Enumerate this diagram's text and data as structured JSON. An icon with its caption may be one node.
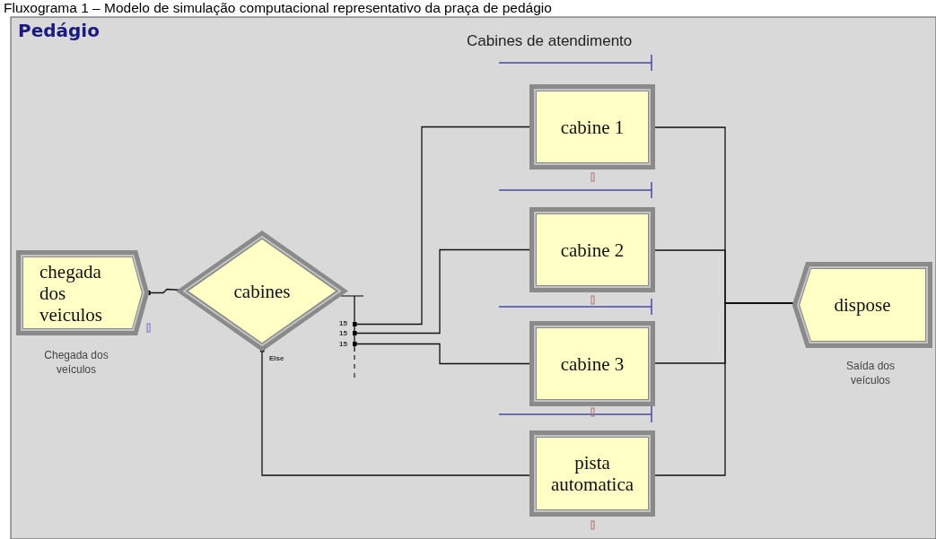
{
  "diagram": {
    "caption": "Fluxograma 1 – Modelo de simulação computacional representativo da praça de pedágio",
    "nodes": [
      {
        "text": [
          "chegada dos veiculos"
        ],
        "beside": [
          "Chegada dos veículos"
        ]
      },
      {
        "text": [
          "cabines"
        ]
      },
      {
        "text": [
          "cabine 1"
        ]
      },
      {
        "text": [
          "cabine 2"
        ]
      },
      {
        "text": [
          "cabine 3"
        ]
      },
      {
        "text": [
          "pista automatica"
        ]
      },
      {
        "text": [
          "dispose"
        ],
        "beside": [
          "Saída dos veículos"
        ]
      }
    ],
    "edges": [
      {
        "from": 0,
        "to": 1,
        "arrow": "other"
      },
      {
        "from": 1,
        "to": 2,
        "arrow": "other",
        "label": "15"
      },
      {
        "from": 1,
        "to": 3,
        "arrow": "other",
        "label": "15"
      },
      {
        "from": 1,
        "to": 4,
        "arrow": "other",
        "label": "15"
      },
      {
        "from": 1,
        "to": 5,
        "arrow": "other",
        "label": "Else"
      },
      {
        "from": 2,
        "to": 6,
        "arrow": "other"
      },
      {
        "from": 3,
        "to": 6,
        "arrow": "other"
      },
      {
        "from": 4,
        "to": 6,
        "arrow": "other"
      },
      {
        "from": 5,
        "to": 6,
        "arrow": "other"
      }
    ],
    "labels": [
      "Pedágio",
      "Cabines de atendimento"
    ]
  }
}
